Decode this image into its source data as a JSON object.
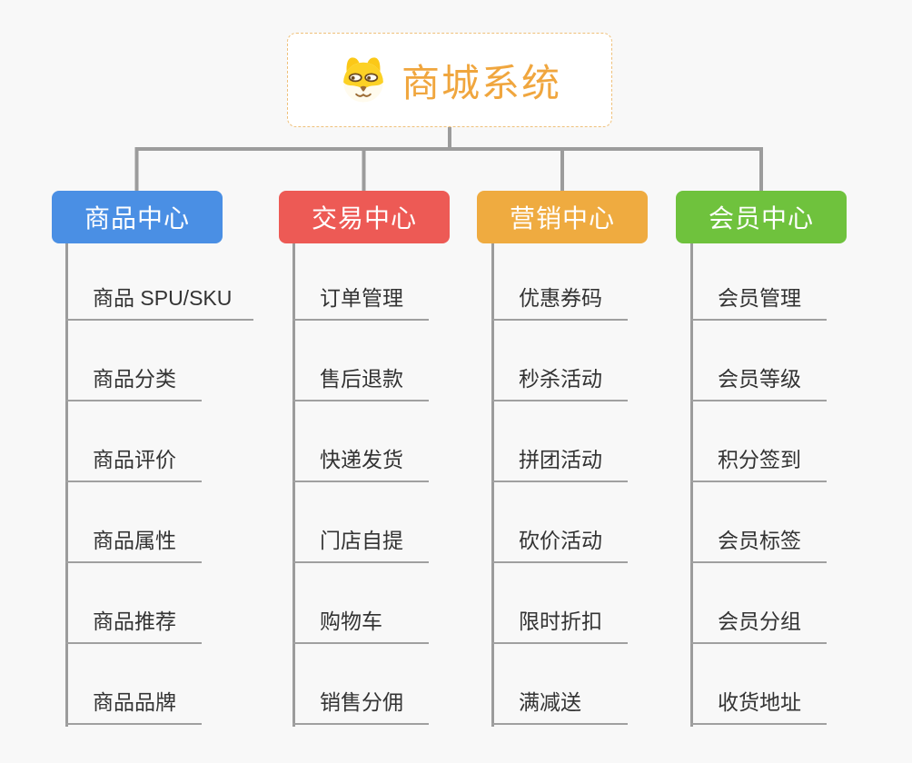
{
  "root": {
    "label": "商城系统",
    "icon": "dog-face-icon",
    "accent": "#f0a63e",
    "border_color": "#efc07a"
  },
  "colors": {
    "background": "#f8f8f8",
    "connector": "#9c9c9c",
    "leaf_underline": "#a0a0a0",
    "leaf_text": "#333333"
  },
  "branches": [
    {
      "label": "商品中心",
      "color": "#4a8fe4",
      "children": [
        "商品 SPU/SKU",
        "商品分类",
        "商品评价",
        "商品属性",
        "商品推荐",
        "商品品牌"
      ]
    },
    {
      "label": "交易中心",
      "color": "#ed5a55",
      "children": [
        "订单管理",
        "售后退款",
        "快递发货",
        "门店自提",
        "购物车",
        "销售分佣"
      ]
    },
    {
      "label": "营销中心",
      "color": "#efab40",
      "children": [
        "优惠券码",
        "秒杀活动",
        "拼团活动",
        "砍价活动",
        "限时折扣",
        "满减送"
      ]
    },
    {
      "label": "会员中心",
      "color": "#6fc23d",
      "children": [
        "会员管理",
        "会员等级",
        "积分签到",
        "会员标签",
        "会员分组",
        "收货地址"
      ]
    }
  ]
}
